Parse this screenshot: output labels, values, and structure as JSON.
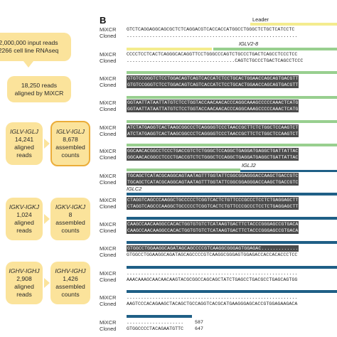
{
  "flow": {
    "input_box": {
      "line1": "2,000,000 input reads",
      "line2": "2266 cell line RNAseq"
    },
    "aligned_box": {
      "line1": "18,250 reads",
      "line2": "aligned by MiXCR"
    },
    "groups": [
      {
        "aligned_chain": "IGLV-IGLJ",
        "aligned_count": "14,241",
        "aligned_word1": "aligned",
        "aligned_word2": "reads",
        "assembled_chain": "IGLV-IGLJ",
        "assembled_count": "8,678",
        "assembled_word1": "assembled",
        "assembled_word2": "counts"
      },
      {
        "aligned_chain": "IGKV-IGKJ",
        "aligned_count": "1,024",
        "aligned_word1": "aligned",
        "aligned_word2": "reads",
        "assembled_chain": "IGKV-IGKJ",
        "assembled_count": "8",
        "assembled_word1": "assembled",
        "assembled_word2": "counts"
      },
      {
        "aligned_chain": "IGHV-IGHJ",
        "aligned_count": "2,908",
        "aligned_word1": "aligned",
        "aligned_word2": "reads",
        "assembled_chain": "IGHV-IGHJ",
        "assembled_count": "1,426",
        "assembled_word1": "assembled",
        "assembled_word2": "counts"
      }
    ]
  },
  "alignment": {
    "panel_label": "B",
    "names": {
      "mixcr": "MiXCR",
      "cloned": "Cloned"
    },
    "region_labels": {
      "leader": "Leader",
      "iglv": "IGLV2-8",
      "iglj": "IGLJ2",
      "iglc": "IGLC2"
    },
    "blocks": [
      {
        "mixcr": "GTCTCAGGAGGCAGCGCTCTCAGGACGTCACCACCATGGCCTGGGCTCTGCTCATCCTC",
        "cloned": "............................................................"
      },
      {
        "mixcr": "CCCCTCCTCACTCAGGGCACAGGTTCCTGGGCCCAGTCTGCCCTGACTCAGCCTCCCTCC",
        "cloned": "......................................CAGTCTGCCCTGACTCAGCCTCCC"
      },
      {
        "mixcr": "GTGTCCGGGTCTCCTGGACAGTCAGTCACCATCTCCTGCACTGGAACCAGCAGTGACGTT",
        "cloned": "GTGTCCGGGTCTCCTGGACAGTCAGTCACCATCTCCTGCACTGGAACCAGCAGTGACGTT"
      },
      {
        "mixcr": "GGTAATTATAATTATGTCTCCTGGTACCAACAACACCCAGGCAAAGCCCCCAAACTCATG",
        "cloned": "GGTAATTATAATTATGTCTCCTGGTACCAACAACACCCAGGCAAAGCCCCCAAACTCATG"
      },
      {
        "mixcr": "ATCTATGAGGTCACTAAGCGGCCCTCAGGGGTCCCTAACCGCTTCTCTGGCTCCAAGTCT",
        "cloned": "ATCTATGAGGTCACTAAGCGGCCCTCAGGGGTCCCTAACCGCTTCTCTGGCTCCAAGTCT"
      },
      {
        "mixcr": "GGCAACACGGCCTCCCTGACCGTCTCTGGGCTCCAGGCTGAGGATGAGGCTGATTATTAC",
        "cloned": "GGCAACACGGCCTCCCTGACCGTCTCTGGGCTCCAGGCTGAGGATGAGGCTGATTATTAC"
      },
      {
        "mixcr": "TGCAGCTCATACGCAGGCAGTAATAGTTTGGTATTCGGCGGAGGGACCAAGCTGACCGTC",
        "cloned": "TGCAGCTCATACGCAGGCAGTAATAGTTTGGTATTCGGCGGAGGGACCAAGCTGACCGTC"
      },
      {
        "mixcr": "CTAGGTCAGCCCAAGGCTGCCCCCTCGGTCACTCTGTTCCCGCCCTCCTCTGAGGAGCTT",
        "cloned": "CTAGGTCAGCCCAAGGCTGCCCCCTCGGTCACTCTGTTCCCGCCCTCCTCTGAGGAGCTT"
      },
      {
        "mixcr": "CAAGCCAACAAGGCCACACTGGTGTGTCTCATAAGTGACTTCTACCCGGGAGCCGTGACA",
        "cloned": "CAAGCCAACAAGGCCACACTGGTGTGTCTCATAAGTGACTTCTACCCGGGAGCCGTGACA"
      },
      {
        "mixcr": "GTGGCCTGGAAGGCAGATAGCAGCCCCGTCAAGGCGGGAGTGGAGAC.............",
        "cloned": "GTGGCCTGGAAGGCAGATAGCAGCCCCGTCAAGGCGGGAGTGGAGACCACCACACCCTCC"
      },
      {
        "mixcr": "............................................................",
        "cloned": "AAACAAAGCAACAACAAGTACGCGGCCAGCAGCTATCTGAGCCTGACGCCTGAGCAGTGG"
      },
      {
        "mixcr": "............................................................",
        "cloned": "AAGTCCCACAGAAGCTACAGCTGCCAGGTCACGCATGAAGGGAGCACCGTGGAGAAGACA"
      },
      {
        "mixcr": "....................",
        "cloned": "GTGGCCCCTACAGAATGTTC",
        "cloned_end": "647",
        "mixcr_end": "587"
      }
    ]
  },
  "colors": {
    "box": "#fbe39b",
    "box_outline": "#ebad3a",
    "leader": "#f4ec8e",
    "v_region": "#98cf8f",
    "c_region": "#1f5f86",
    "dark_seq": "#4b4b4b"
  }
}
